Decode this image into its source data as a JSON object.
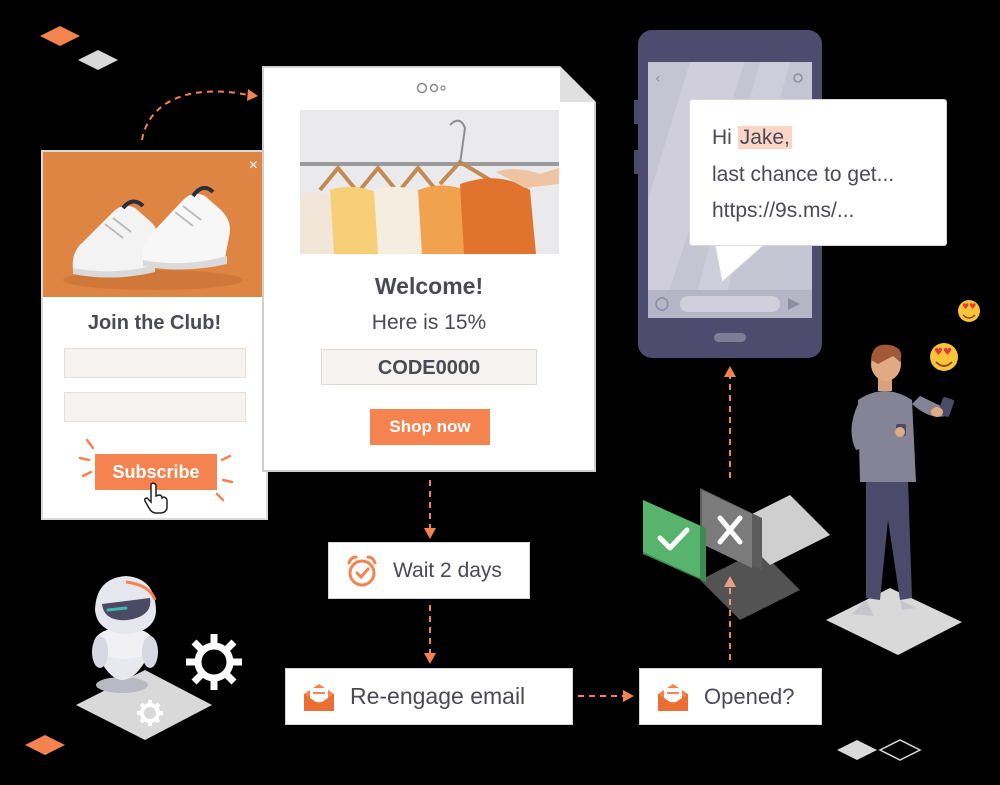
{
  "popup": {
    "close": "×",
    "title": "Join the Club!",
    "subscribe_label": "Subscribe"
  },
  "email": {
    "welcome": "Welcome!",
    "offer": "Here is 15%",
    "code": "CODE0000",
    "shop_label": "Shop now"
  },
  "sms": {
    "greeting": "Hi",
    "name": "Jake,",
    "line2": "last chance to get...",
    "line3": "https://9s.ms/..."
  },
  "flow": {
    "wait": "Wait 2 days",
    "reengage": "Re-engage email",
    "opened": "Opened?"
  },
  "colors": {
    "accent": "#f5834f",
    "background": "#000000",
    "text": "#4a4a57",
    "success": "#58b46d",
    "reject": "#707070"
  }
}
